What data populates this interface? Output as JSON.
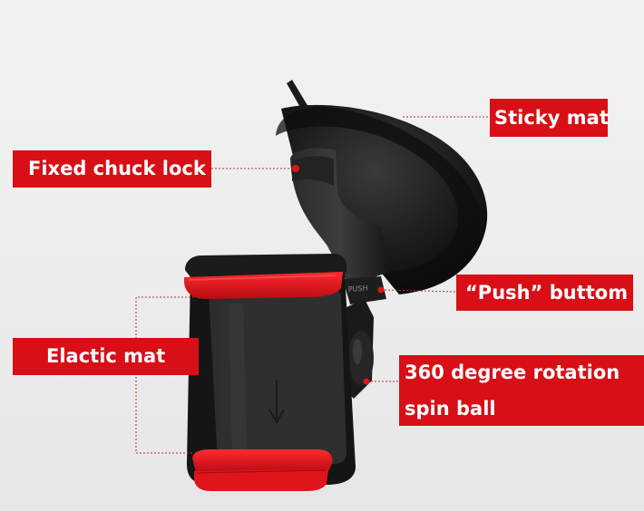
{
  "labels": {
    "sticky_mat": "Sticky mat",
    "fixed_chuck_lock": "Fixed chuck lock",
    "push_button": "“Push” buttom",
    "elastic_mat": "Elactic mat",
    "rotation_line1": "360 degree rotation",
    "rotation_line2": "spin ball"
  },
  "product_text": {
    "push_marking": "PUSH"
  },
  "colors": {
    "label_background": "#d80f16",
    "label_text": "#ffffff",
    "product_body": "#151515",
    "pad_accent": "#e0141b",
    "leader_line": "#c23030",
    "background": "#eeeeee"
  },
  "icons": {
    "arrow": "arrow-down-icon"
  }
}
